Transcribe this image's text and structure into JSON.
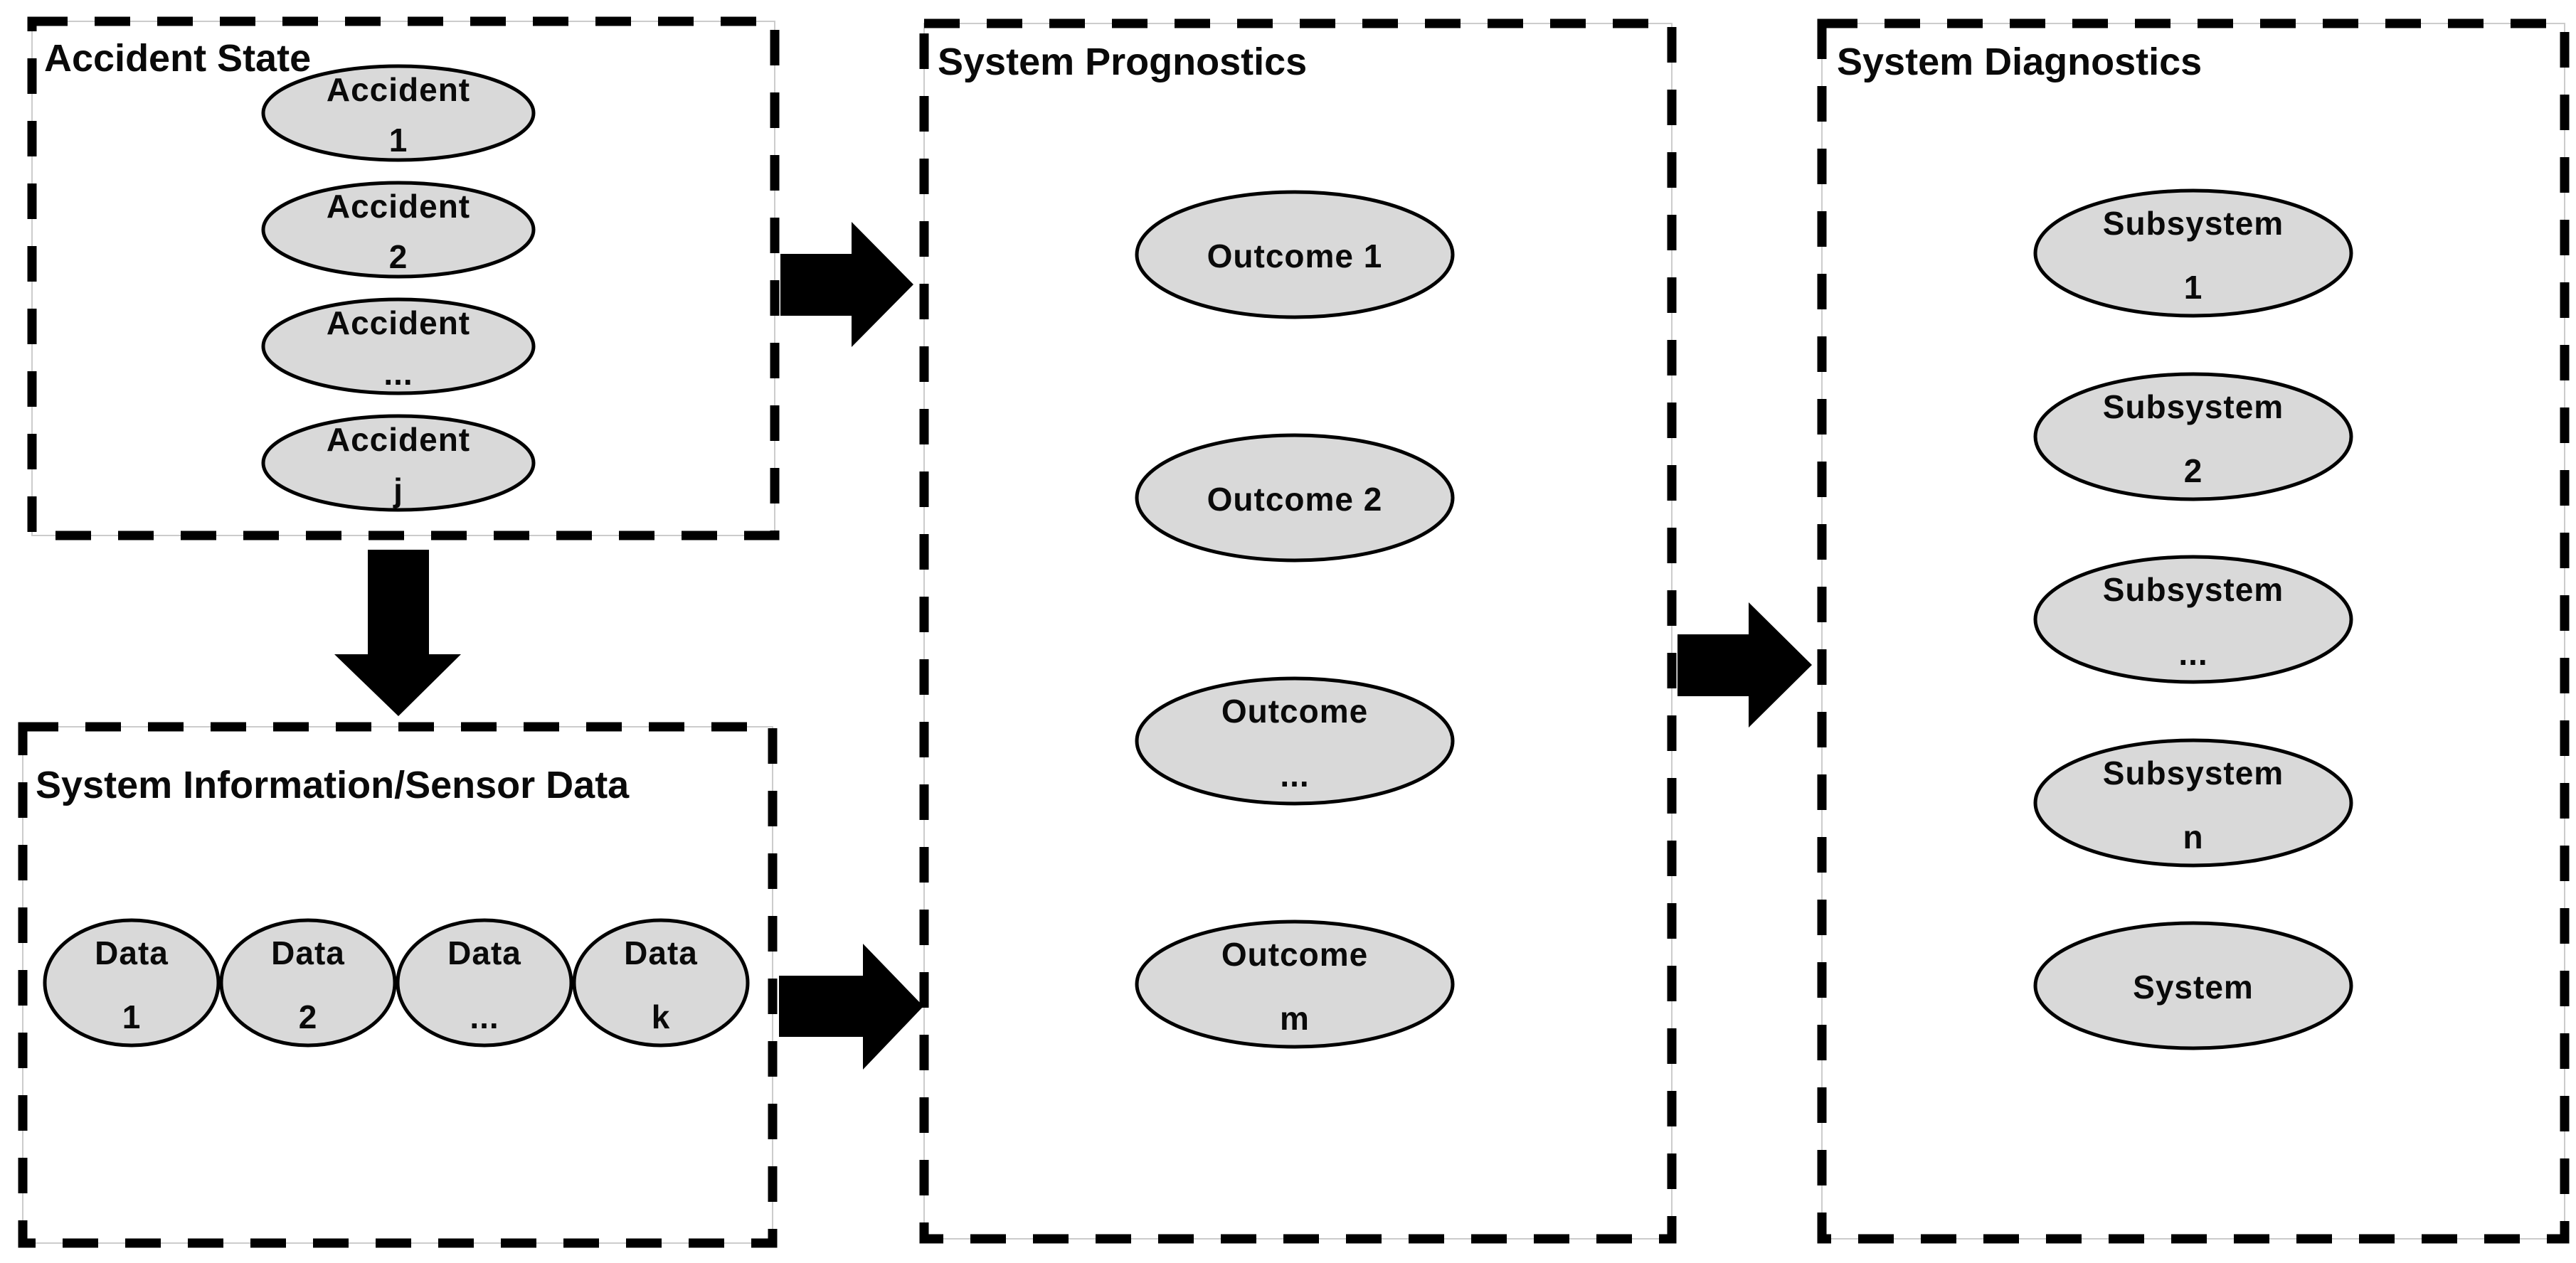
{
  "colors": {
    "background": "#ffffff",
    "node_fill": "#d9d9d9",
    "node_stroke": "#000000",
    "box_border": "#000000",
    "text": "#0a0a0a",
    "arrow": "#000000"
  },
  "boxes": {
    "accident_state": {
      "title": "Accident State",
      "nodes": [
        {
          "lines": [
            "Accident",
            "1"
          ]
        },
        {
          "lines": [
            "Accident",
            "2"
          ]
        },
        {
          "lines": [
            "Accident",
            "..."
          ]
        },
        {
          "lines": [
            "Accident",
            "j"
          ]
        }
      ]
    },
    "sensor_data": {
      "title": "System Information/Sensor Data",
      "nodes": [
        {
          "lines": [
            "Data",
            "1"
          ]
        },
        {
          "lines": [
            "Data",
            "2"
          ]
        },
        {
          "lines": [
            "Data",
            "..."
          ]
        },
        {
          "lines": [
            "Data",
            "k"
          ]
        }
      ]
    },
    "prognostics": {
      "title": "System Prognostics",
      "nodes": [
        {
          "lines": [
            "Outcome 1"
          ]
        },
        {
          "lines": [
            "Outcome 2"
          ]
        },
        {
          "lines": [
            "Outcome",
            "..."
          ]
        },
        {
          "lines": [
            "Outcome",
            "m"
          ]
        }
      ]
    },
    "diagnostics": {
      "title": "System Diagnostics",
      "nodes": [
        {
          "lines": [
            "Subsystem",
            "1"
          ]
        },
        {
          "lines": [
            "Subsystem",
            "2"
          ]
        },
        {
          "lines": [
            "Subsystem",
            "..."
          ]
        },
        {
          "lines": [
            "Subsystem",
            "n"
          ]
        },
        {
          "lines": [
            "System"
          ]
        }
      ]
    }
  },
  "arrows": [
    {
      "name": "accident-state-to-system-prognostics",
      "direction": "right"
    },
    {
      "name": "accident-state-to-sensor-data",
      "direction": "down"
    },
    {
      "name": "sensor-data-to-system-prognostics",
      "direction": "right"
    },
    {
      "name": "system-prognostics-to-system-diagnostics",
      "direction": "right"
    }
  ]
}
